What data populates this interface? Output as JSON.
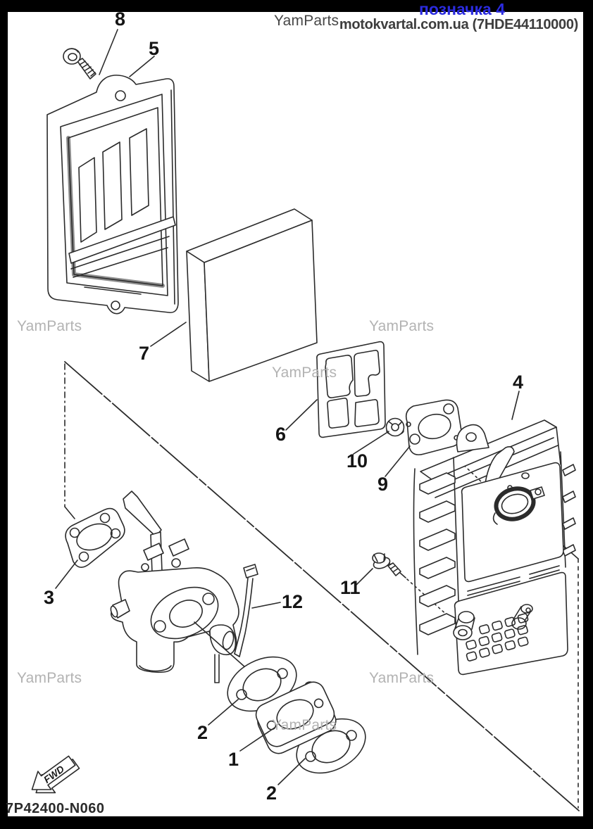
{
  "header": {
    "mark_label": "позначка 4",
    "site_label": "motokvartal.com.ua (7HDE44110000)"
  },
  "watermark_text": "YamParts",
  "callouts": {
    "c1": "1",
    "c2a": "2",
    "c2b": "2",
    "c3": "3",
    "c4": "4",
    "c5": "5",
    "c6": "6",
    "c7": "7",
    "c8": "8",
    "c9": "9",
    "c10": "10",
    "c11": "11",
    "c12": "12"
  },
  "footer": {
    "diagram_code": "7P42400-N060",
    "fwd_label": "FWD"
  },
  "colors": {
    "accent_blue": "#2b2bdf",
    "line": "#2b2b2b",
    "watermark_light": "#b3b3b3",
    "watermark_dark": "#474747",
    "frame": "#000000"
  }
}
